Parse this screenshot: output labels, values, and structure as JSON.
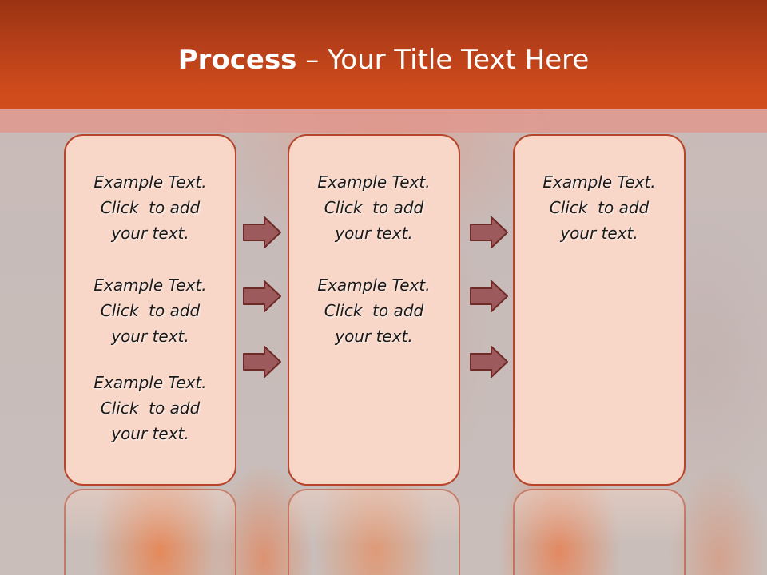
{
  "title": {
    "bold": "Process",
    "rest": " – Your Title Text Here"
  },
  "columns": [
    {
      "items": [
        {
          "line1": "Example Text.",
          "line2": "Click  to add",
          "line3": "your text."
        },
        {
          "line1": "Example Text.",
          "line2": "Click  to add",
          "line3": "your text."
        },
        {
          "line1": "Example Text.",
          "line2": "Click  to add",
          "line3": "your text."
        }
      ]
    },
    {
      "items": [
        {
          "line1": "Example Text.",
          "line2": "Click  to add",
          "line3": "your text."
        },
        {
          "line1": "Example Text.",
          "line2": "Click  to add",
          "line3": "your text."
        }
      ]
    },
    {
      "items": [
        {
          "line1": "Example Text.",
          "line2": "Click  to add",
          "line3": "your text."
        }
      ]
    }
  ],
  "arrows": {
    "icon": "right-arrow-icon",
    "fill": "#9c5a5c",
    "stroke": "#6e2a26"
  },
  "colors": {
    "title_bar": "#c4441a",
    "box_fill": "#f9d7c8",
    "box_border": "#b8442a"
  }
}
